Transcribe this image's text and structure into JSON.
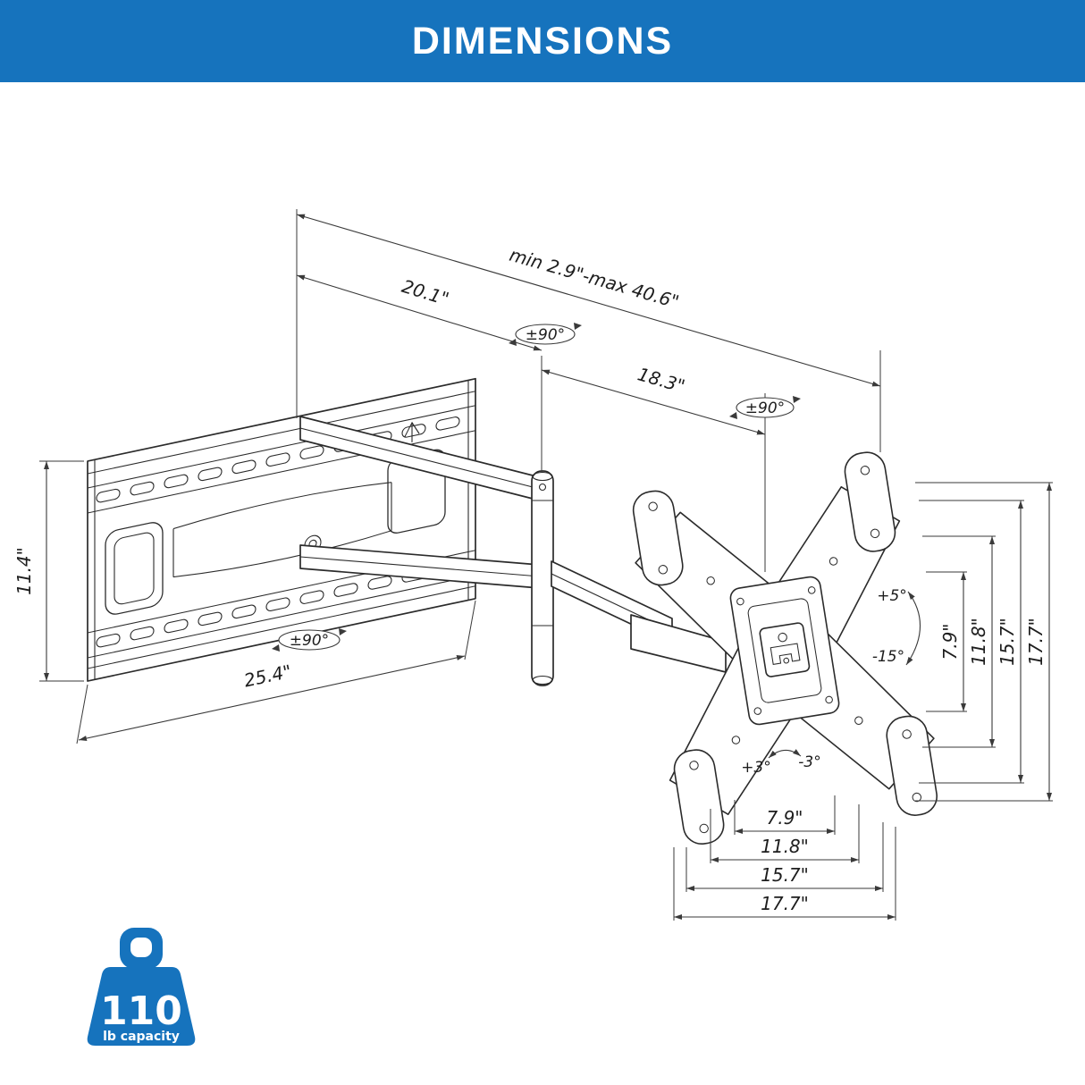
{
  "header": {
    "title": "DIMENSIONS"
  },
  "colors": {
    "header_bg": "#1673bd",
    "accent": "#1673bd",
    "line": "#2b2b2b"
  },
  "dims": {
    "extension": "min 2.9\"-max 40.6\"",
    "arm1": "20.1\"",
    "arm2": "18.3\"",
    "swivel1": "±90°",
    "swivel2": "±90°",
    "swivel3": "±90°",
    "plate_h": "11.4\"",
    "plate_w": "25.4\"",
    "tilt_up": "+5°",
    "tilt_down": "-15°",
    "rot_cw": "+3°",
    "rot_ccw": "-3°",
    "v1": "7.9\"",
    "v2": "11.8\"",
    "v3": "15.7\"",
    "v4": "17.7\"",
    "h1": "7.9\"",
    "h2": "11.8\"",
    "h3": "15.7\"",
    "h4": "17.7\""
  },
  "capacity": {
    "value": "110",
    "unit": "lb capacity"
  }
}
